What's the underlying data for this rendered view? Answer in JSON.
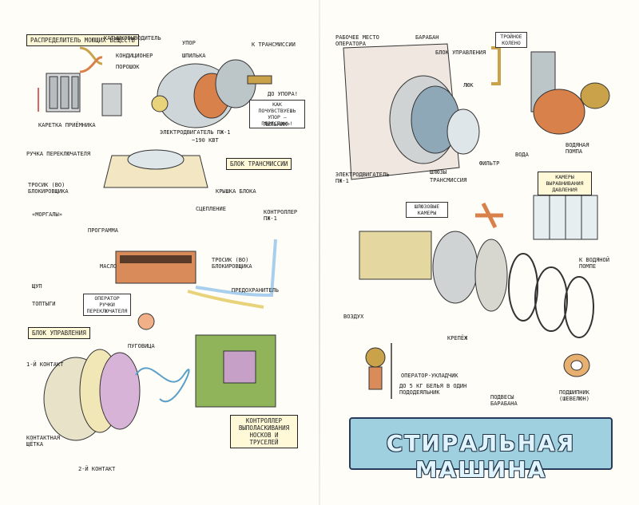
{
  "left_page": {
    "distributor": {
      "title": "РАСПРЕДЕЛИТЕЛЬ МОЮЩИХ ВЕЩЕСТВ",
      "bleach": "КАТЫШКОВЫВОДИТЕЛЬ",
      "conditioner": "КОНДИЦИОНЕР",
      "powder": "ПОРОШОК",
      "carriage": "КАРЕТКА ПРИЁМНИКА"
    },
    "motor": {
      "stop": "УПОР",
      "pin": "ШПИЛЬКА",
      "to_transmission": "К ТРАНСМИССИИ",
      "to_stop": "ДО УПОРА!",
      "note": "КАК ПОЧУВСТВУЕШЬ УПОР — ПЕРЕСТАНЬ!",
      "pylnik": "ПЫЛЬНИК",
      "motor": "ЭЛЕКТРОДВИГАТЕЛЬ ПЖ-1",
      "voltage": "~190 КВТ"
    },
    "transmission": {
      "switch_handle": "РУЧКА ПЕРЕКЛЮЧАТЕЛЯ",
      "title": "БЛОК ТРАНСМИССИИ",
      "cable": "ТРОСИК (ВО) БЛОКИРОВЩИКА",
      "cover": "КРЫШКА БЛОКА",
      "clutch": "СЦЕПЛЕНИЕ",
      "controller": "КОНТРОЛЛЕР ПЖ-1",
      "cable2": "ТРОСИК (ВО) БЛОКИРОВЩИКА",
      "morgals": "«МОРГАЛЫ»",
      "program": "ПРОГРАММА",
      "oil": "МАСЛО",
      "probe": "ЩУП",
      "pedals": "ТОПТЫГИ",
      "operator": "ОПЕРАТОР РУЧКИ ПЕРЕКЛЮЧАТЕЛЯ",
      "fuse": "ПРЕДОХРАНИТЕЛЬ"
    },
    "control": {
      "title": "БЛОК УПРАВЛЕНИЯ",
      "button": "ПУГОВИЦА",
      "contact1": "1-Й КОНТАКТ",
      "brush": "КОНТАКТНАЯ ЩЁТКА",
      "contact2": "2-Й КОНТАКТ",
      "controller": "КОНТРОЛЛЕР ВЫПОЛАСКИВАНИЯ НОСКОВ И ТРУСЕЛЕЙ"
    }
  },
  "right_page": {
    "top": {
      "workplace": "РАБОЧЕЕ МЕСТО ОПЕРАТОРА",
      "drum": "БАРАБАН",
      "control_unit": "БЛОК УПРАВЛЕНИЯ",
      "triple_knee": "ТРОЙНОЕ КОЛЕНО",
      "hatch": "ЛЮК",
      "water": "ВОДА",
      "filter": "ФИЛЬТР",
      "pump": "ВОДЯНАЯ ПОМПА",
      "motor": "ЭЛЕКТРОДВИГАТЕЛЬ ПЖ-1",
      "locks": "ШЛЮЗЫ",
      "transmission": "ТРАНСМИССИЯ"
    },
    "middle": {
      "lock_chambers": "ШЛЮЗОВЫЕ КАМЕРЫ",
      "pressure": "КАМЕРЫ ВЫРАВНИВАНИЯ ДАВЛЕНИЯ",
      "to_pump": "К ВОДЯНОЙ ПОМПЕ",
      "air": "ВОЗДУХ",
      "mount": "КРЕПЁЖ",
      "operator": "ОПЕРАТОР-УКЛАДЧИК",
      "capacity": "ДО 5 КГ БЕЛЬЯ В ОДИН ПОДОДЕЯЛЬНИК",
      "suspension": "ПОДВЕСЫ БАРАБАНА",
      "bearing": "ПОДШИПНИК (ШЕВЕЛЮН)"
    },
    "title": "СТИРАЛЬНАЯ МАШИНА"
  },
  "colors": {
    "paper": "#fffdf8",
    "ink": "#222222",
    "brass": "#c9a24a",
    "copper": "#d9814a",
    "steel": "#bcc5c8",
    "board": "#8fb45a",
    "banner": "#9fd0e0"
  }
}
